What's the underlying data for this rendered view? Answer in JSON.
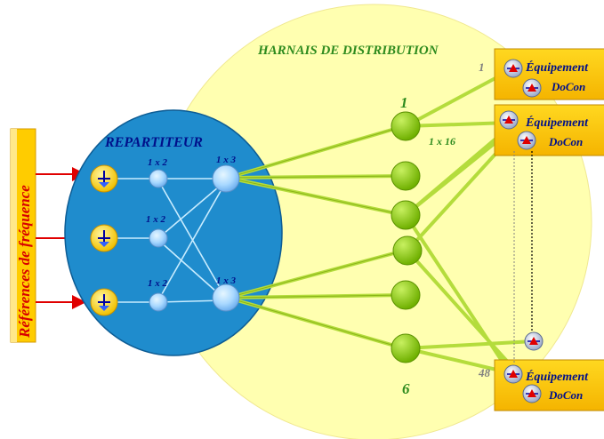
{
  "diagram": {
    "harness_title": "HARNAIS DE DISTRIBUTION",
    "distributor_title": "REPARTITEUR",
    "references_label": "Références de fréquence",
    "splitters_1x2": [
      "1 x 2",
      "1 x 2",
      "1 x 2"
    ],
    "splitters_1x3": [
      "1 x 3",
      "1 x 3"
    ],
    "splitter_1x16": "1 x 16",
    "node_first_label": "1",
    "node_last_label": "6",
    "index_first": "1",
    "index_last": "48",
    "equipment": [
      {
        "title": "Équipement",
        "subtitle": "DoCon"
      },
      {
        "title": "Équipement",
        "subtitle": "DoCon"
      },
      {
        "title": "Équipement",
        "subtitle": "DoCon"
      }
    ],
    "colors": {
      "harness_bg": "#ffffb0",
      "distributor_bg": "#1a88c8",
      "node_green": "#88cc00",
      "equipment_bg": "#ffcc00",
      "arrow_red": "#e00000",
      "label_green": "#2e8b1e",
      "label_blue": "#0000a0"
    }
  }
}
